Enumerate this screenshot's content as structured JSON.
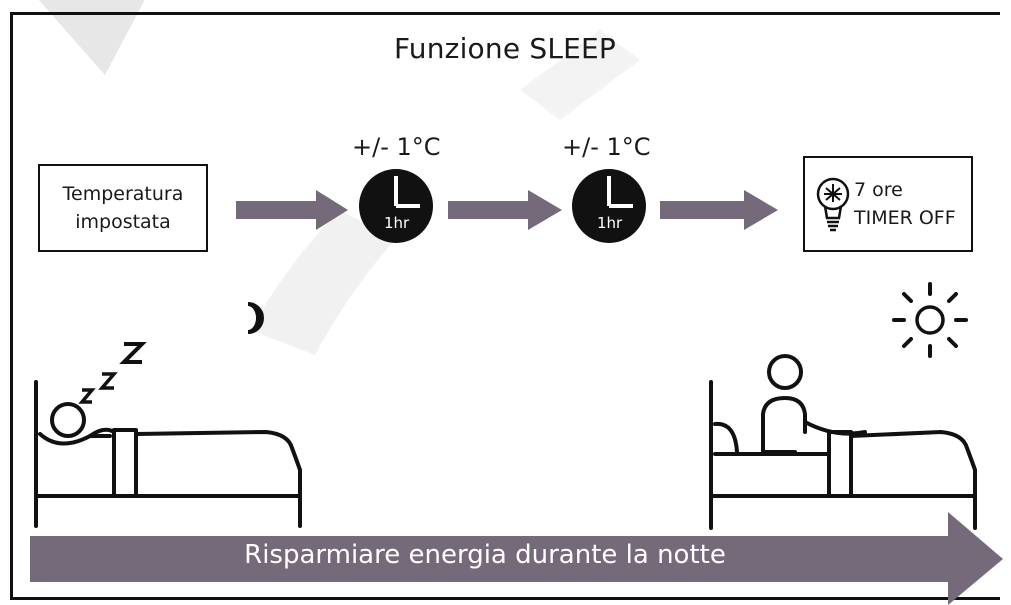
{
  "diagram": {
    "title": "Funzione SLEEP",
    "start_box": {
      "line1": "Temperatura",
      "line2": "impostata"
    },
    "steps": [
      {
        "delta": "+/- 1°C",
        "clock_label": "1hr"
      },
      {
        "delta": "+/- 1°C",
        "clock_label": "1hr"
      }
    ],
    "end_box": {
      "line1": "7 ore",
      "line2": "TIMER OFF",
      "icon": "lightbulb-icon"
    },
    "bottom_banner": "Risparmiare energia durante la notte",
    "icons": {
      "moon": "moon-icon",
      "sun": "sun-icon",
      "sleeping": "sleeping-person-in-bed-icon",
      "awake": "person-sitting-up-in-bed-icon",
      "zzz": "zzz-icon",
      "clock": "clock-icon"
    },
    "colors": {
      "arrow": "#756a7a",
      "outline": "#111111",
      "clock": "#111111",
      "background": "#ffffff"
    }
  }
}
